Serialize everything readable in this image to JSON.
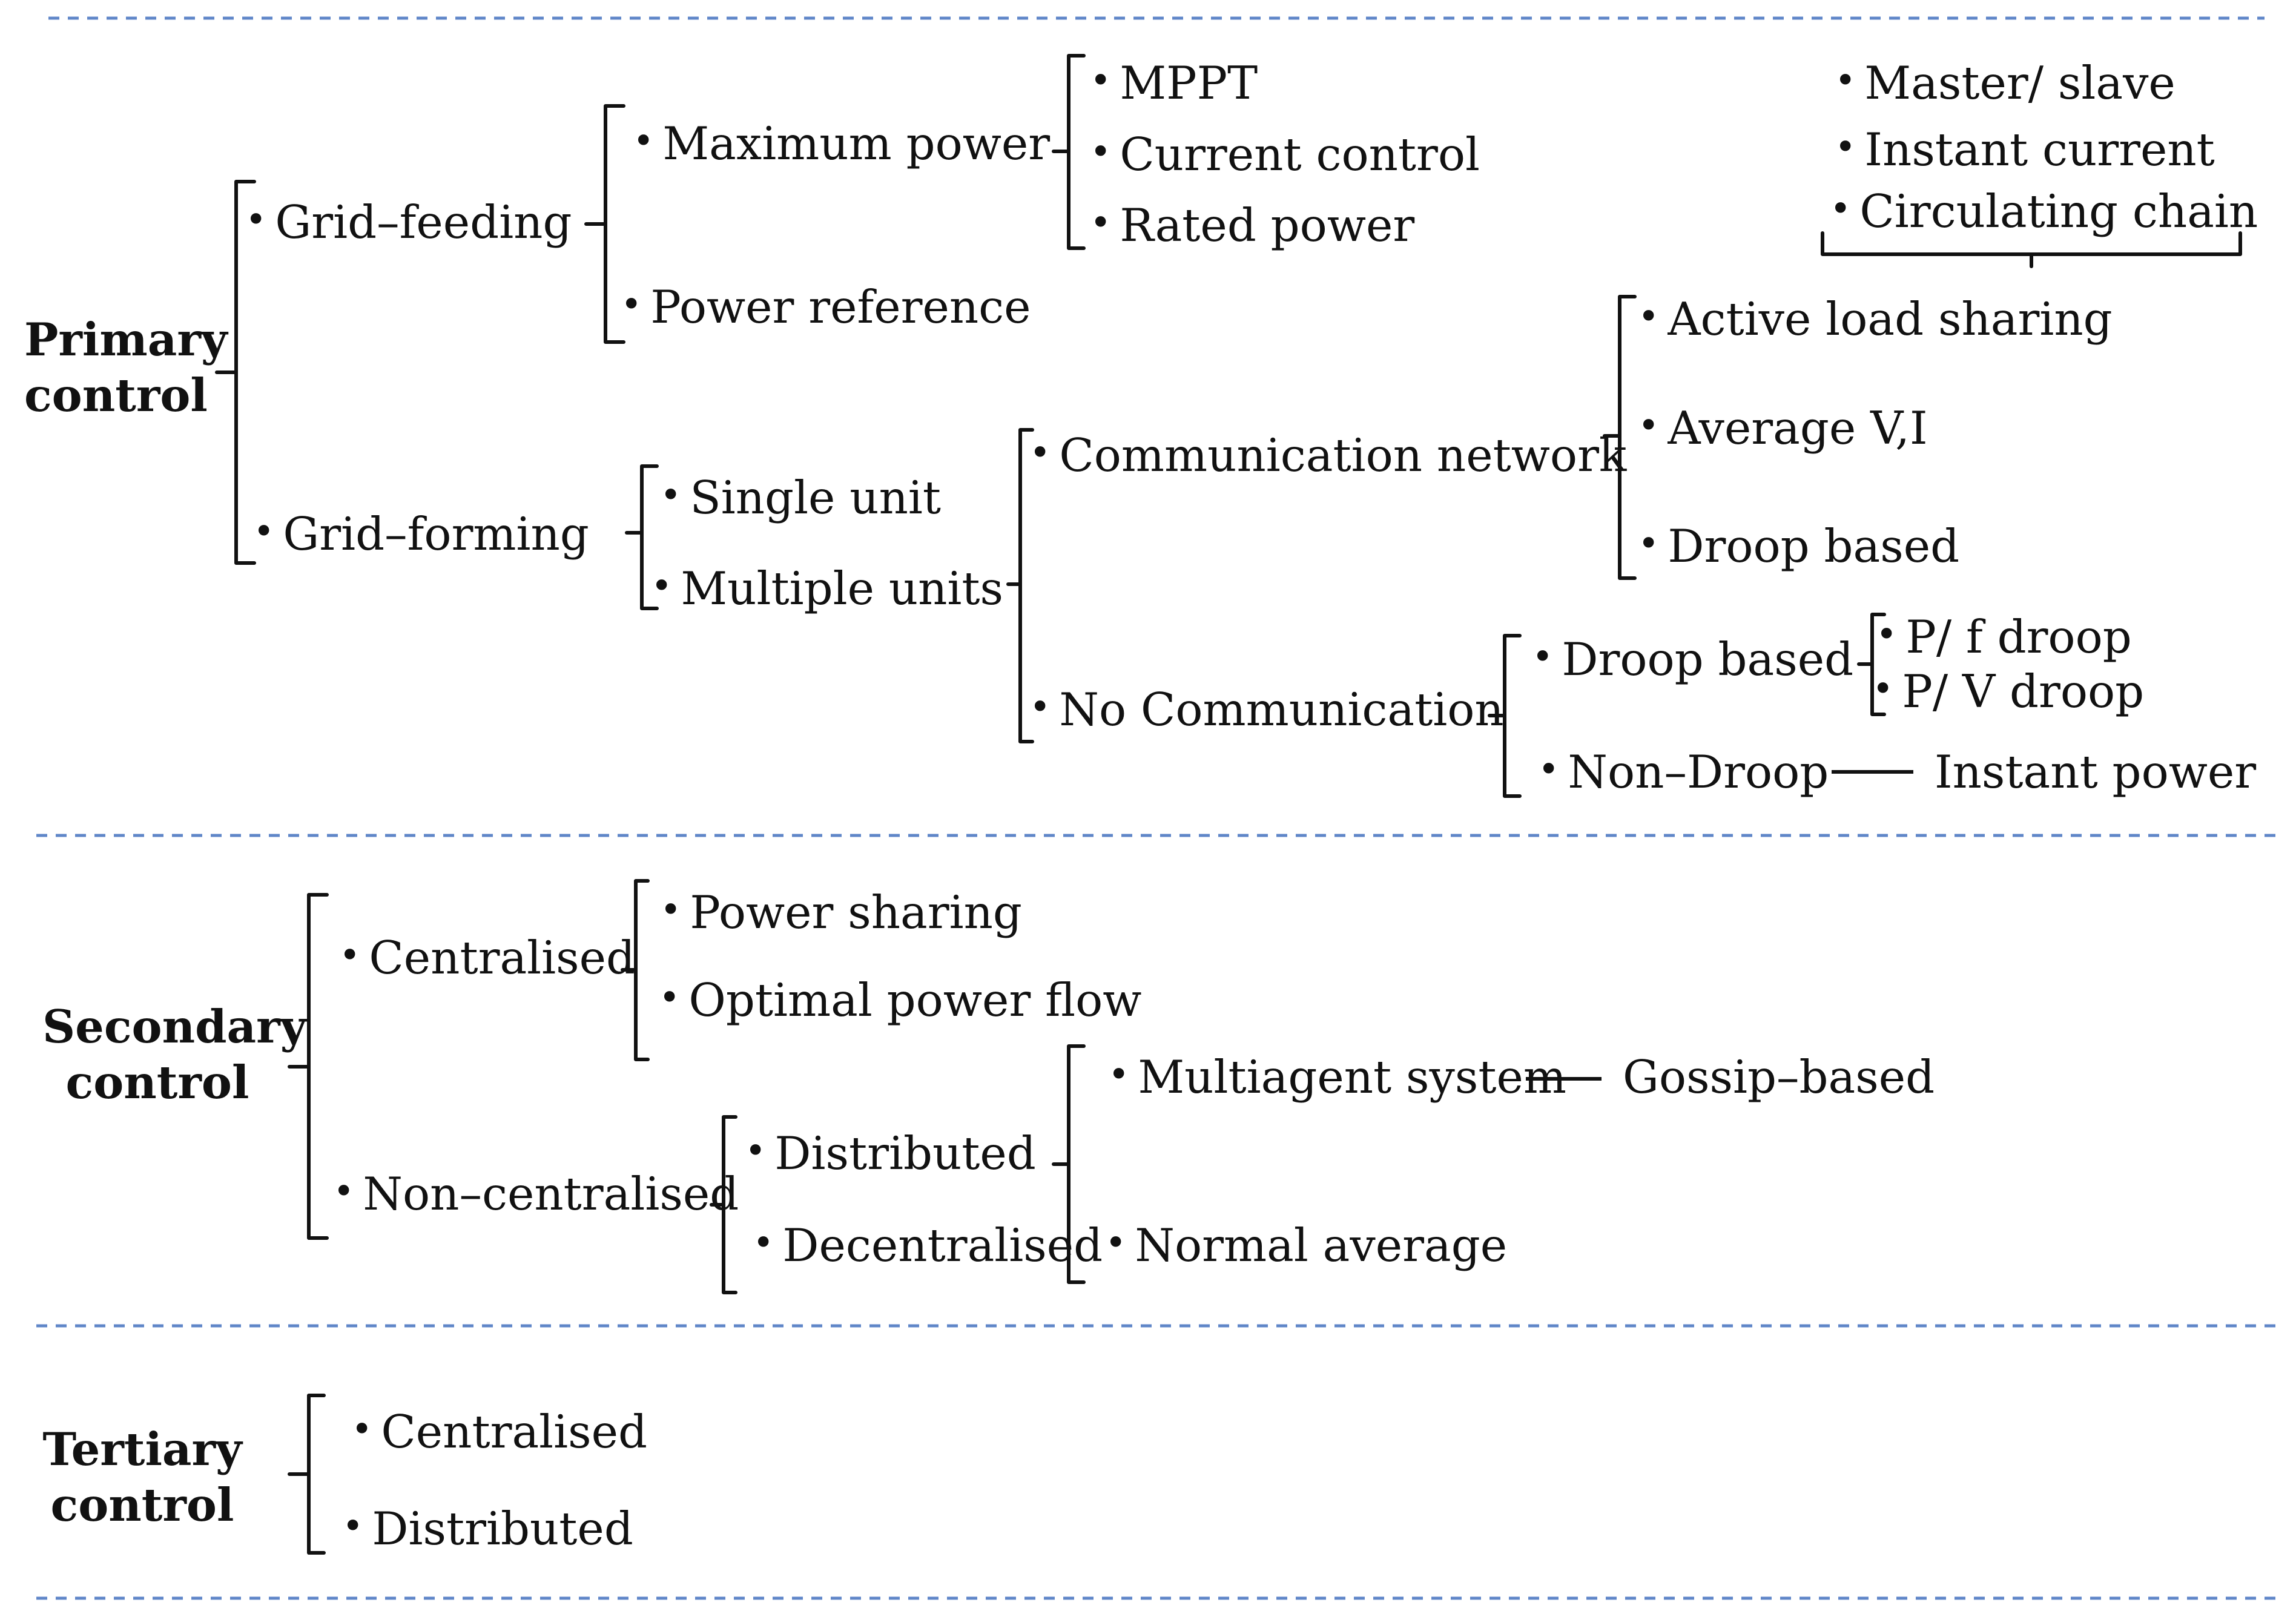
{
  "colors": {
    "separator": "#5f86c8",
    "ink": "#111111",
    "background": "#ffffff"
  },
  "primary": {
    "title_line1": "Primary",
    "title_line2": "control",
    "grid_feeding": "Grid–feeding",
    "maximum_power": "Maximum power",
    "mppt": "MPPT",
    "current_control": "Current control",
    "rated_power": "Rated power",
    "power_reference": "Power reference",
    "grid_forming": "Grid–forming",
    "single_unit": "Single unit",
    "multiple_units": "Multiple units",
    "communication_network": "Communication network",
    "master_slave": "Master/ slave",
    "instant_current": "Instant current",
    "circulating_chain": "Circulating chain",
    "active_load_sharing": "Active load sharing",
    "average_vi": "Average V,I",
    "droop_based_comm": "Droop based",
    "no_communication": "No Communication",
    "droop_based": "Droop based",
    "pf_droop": "P/ f droop",
    "pv_droop": "P/ V droop",
    "non_droop": "Non–Droop",
    "instant_power": "Instant power"
  },
  "secondary": {
    "title_line1": "Secondary",
    "title_line2": "control",
    "centralised": "Centralised",
    "power_sharing": "Power sharing",
    "optimal_power_flow": "Optimal power flow",
    "non_centralised": "Non–centralised",
    "distributed": "Distributed",
    "decentralised": "Decentralised",
    "multiagent_system": "Multiagent system",
    "gossip_based": "Gossip–based",
    "normal_average": "Normal average"
  },
  "tertiary": {
    "title_line1": "Tertiary",
    "title_line2": "control",
    "centralised": "Centralised",
    "distributed": "Distributed"
  }
}
